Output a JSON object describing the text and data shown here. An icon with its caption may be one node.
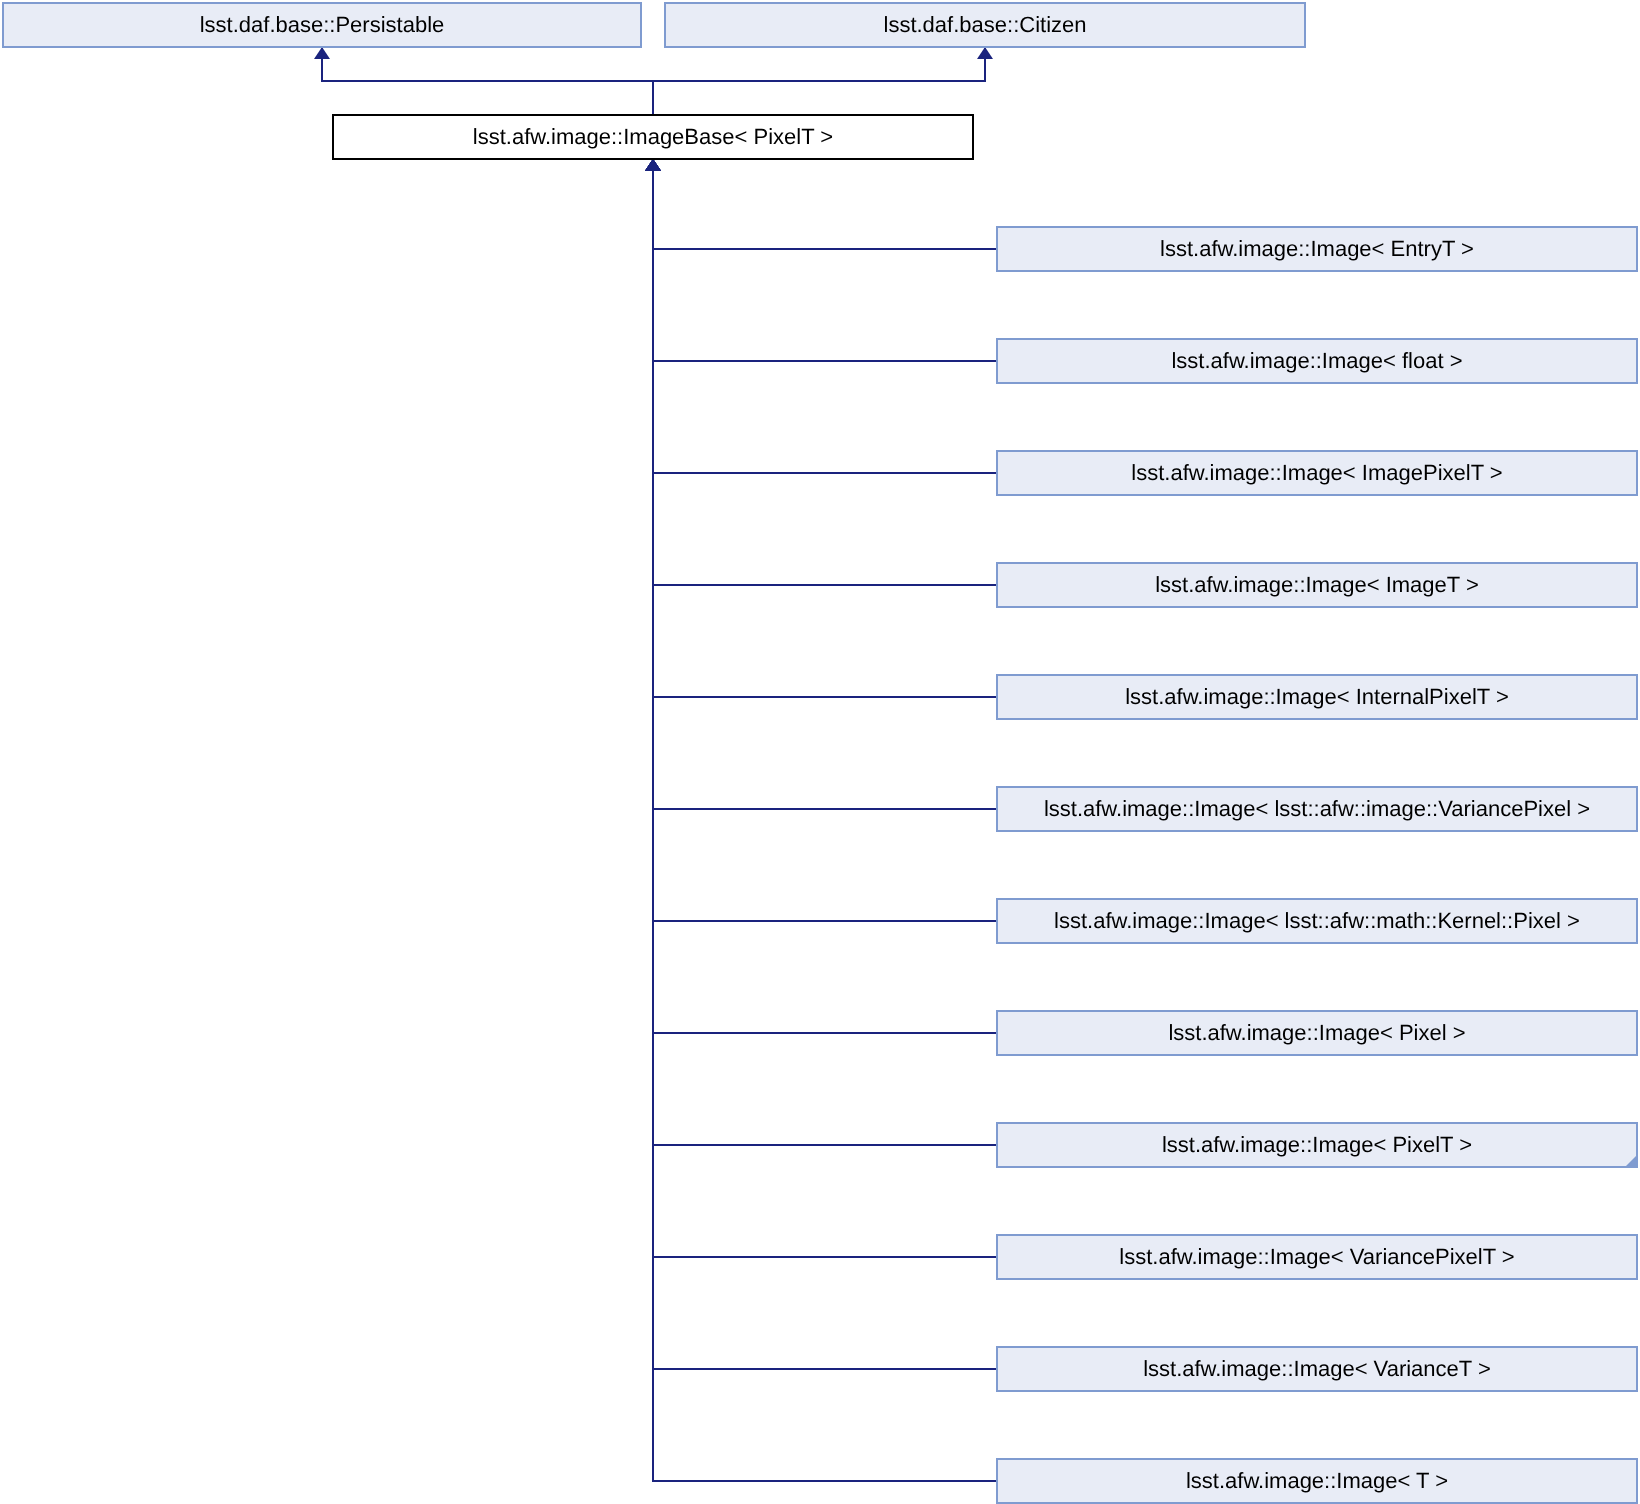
{
  "diagram": {
    "nodes": [
      {
        "text": [
          "lsst.daf.base::Persistable"
        ]
      },
      {
        "text": [
          "lsst.daf.base::Citizen"
        ]
      },
      {
        "text": [
          "lsst.afw.image::ImageBase< PixelT >"
        ]
      },
      {
        "text": [
          "lsst.afw.image::Image< EntryT >"
        ]
      },
      {
        "text": [
          "lsst.afw.image::Image< float >"
        ]
      },
      {
        "text": [
          "lsst.afw.image::Image< ImagePixelT >"
        ]
      },
      {
        "text": [
          "lsst.afw.image::Image< ImageT >"
        ]
      },
      {
        "text": [
          "lsst.afw.image::Image< InternalPixelT >"
        ]
      },
      {
        "text": [
          "lsst.afw.image::Image< lsst::afw::image::VariancePixel >"
        ]
      },
      {
        "text": [
          "lsst.afw.image::Image< lsst::afw::math::Kernel::Pixel >"
        ]
      },
      {
        "text": [
          "lsst.afw.image::Image< Pixel >"
        ]
      },
      {
        "text": [
          "lsst.afw.image::Image< PixelT >"
        ]
      },
      {
        "text": [
          "lsst.afw.image::Image< VariancePixelT >"
        ]
      },
      {
        "text": [
          "lsst.afw.image::Image< VarianceT >"
        ]
      },
      {
        "text": [
          "lsst.afw.image::Image< T >"
        ]
      }
    ],
    "edges": [
      {
        "from": 2,
        "to": 0,
        "arrow": "to"
      },
      {
        "from": 2,
        "to": 1,
        "arrow": "to"
      },
      {
        "from": 3,
        "to": 2,
        "arrow": "to"
      },
      {
        "from": 4,
        "to": 2,
        "arrow": "to"
      },
      {
        "from": 5,
        "to": 2,
        "arrow": "to"
      },
      {
        "from": 6,
        "to": 2,
        "arrow": "to"
      },
      {
        "from": 7,
        "to": 2,
        "arrow": "to"
      },
      {
        "from": 8,
        "to": 2,
        "arrow": "to"
      },
      {
        "from": 9,
        "to": 2,
        "arrow": "to"
      },
      {
        "from": 10,
        "to": 2,
        "arrow": "to"
      },
      {
        "from": 11,
        "to": 2,
        "arrow": "to"
      },
      {
        "from": 12,
        "to": 2,
        "arrow": "to"
      },
      {
        "from": 13,
        "to": 2,
        "arrow": "to"
      },
      {
        "from": 14,
        "to": 2,
        "arrow": "to"
      }
    ]
  }
}
